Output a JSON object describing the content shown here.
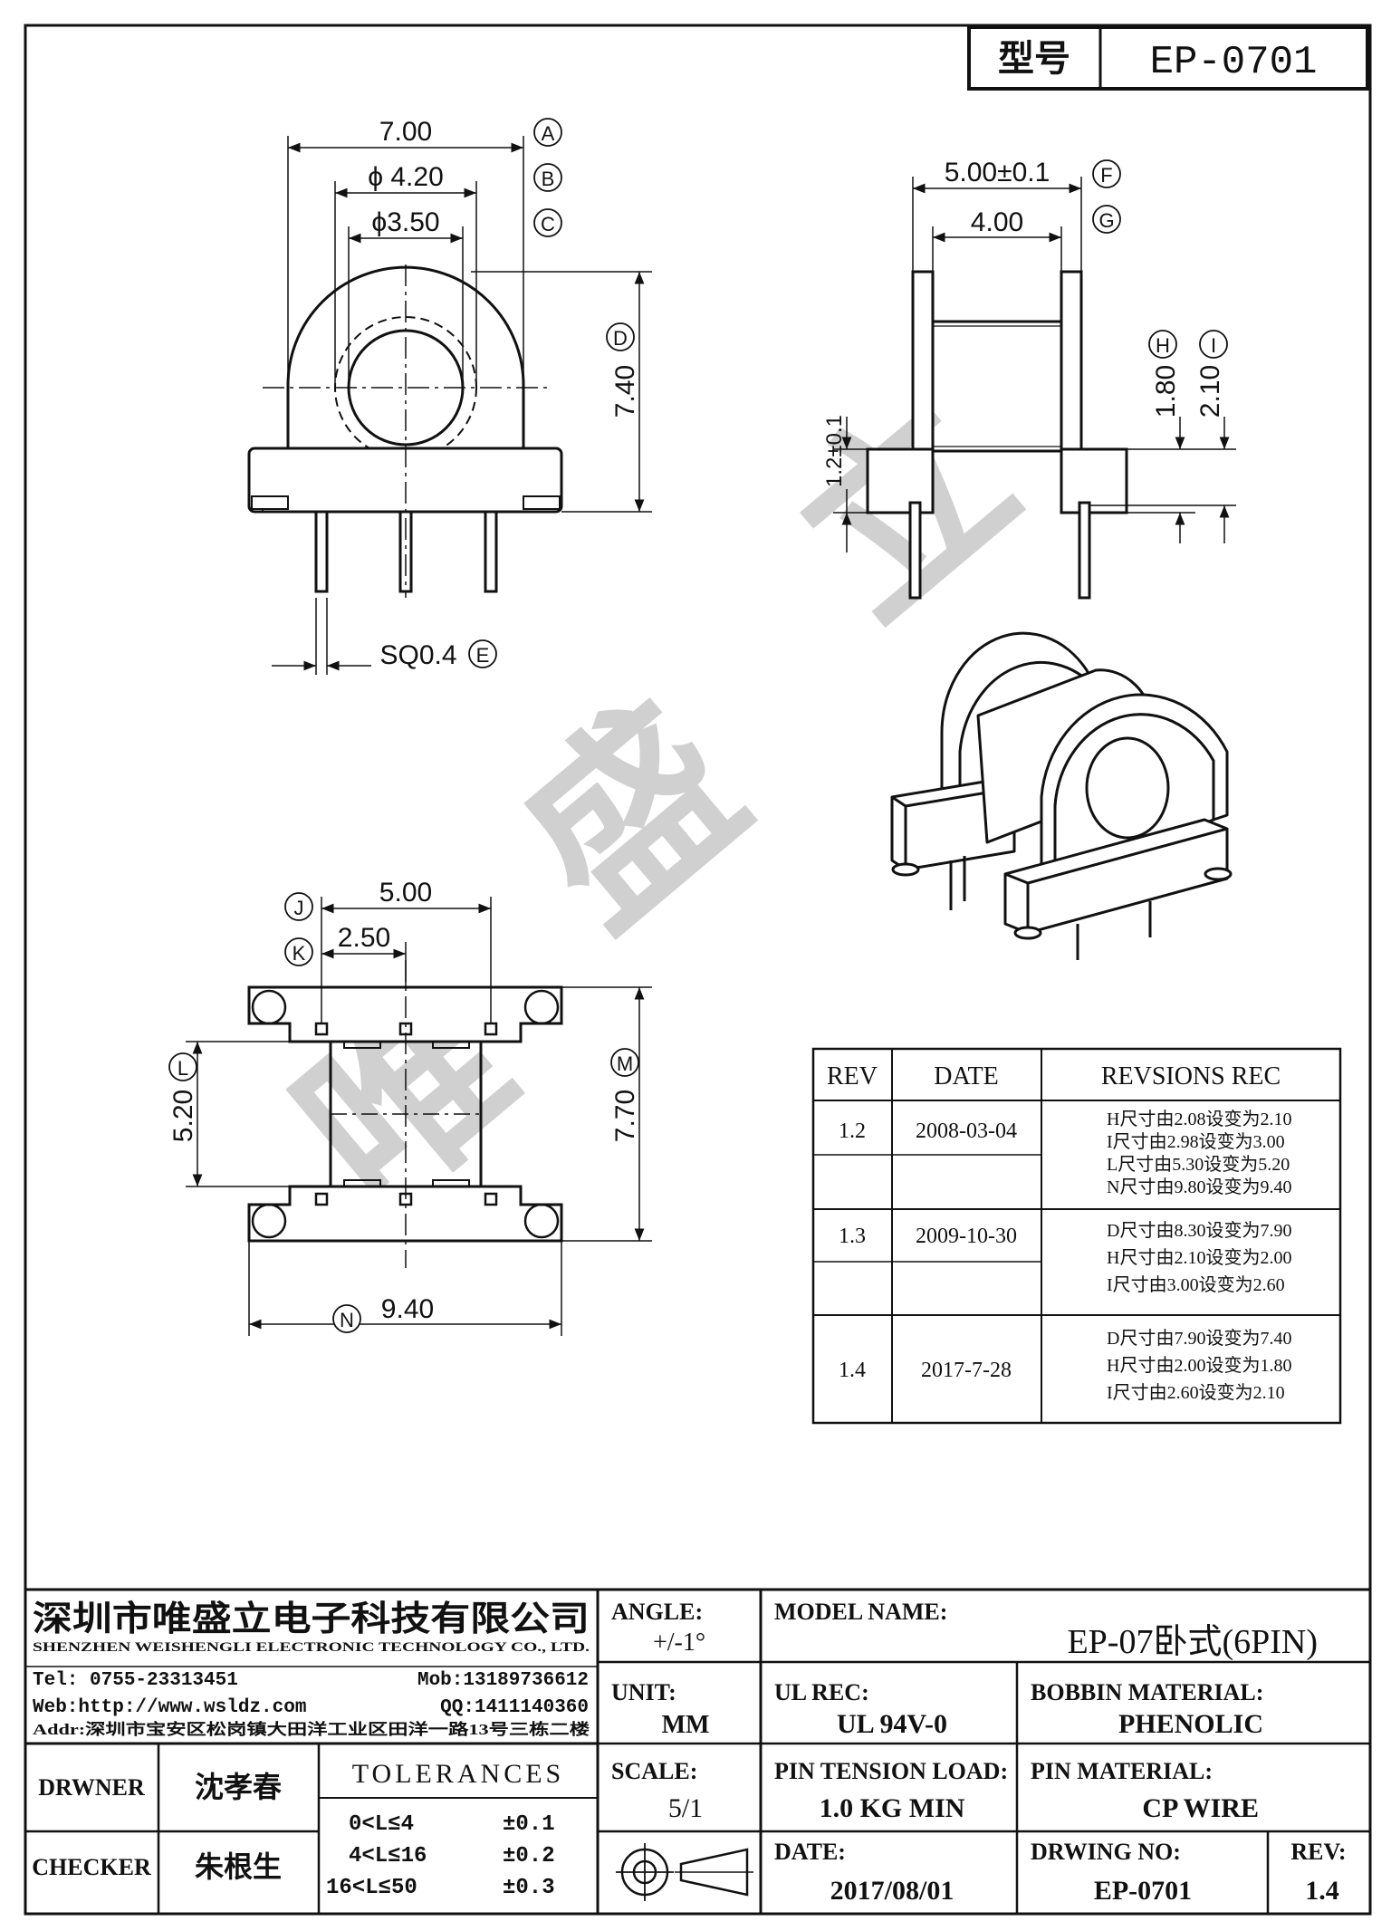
{
  "header": {
    "model_label": "型号",
    "model_value": "EP-0701"
  },
  "front_view": {
    "dim_a": "7.00",
    "dim_b": "ϕ 4.20",
    "dim_c": "ϕ3.50",
    "dim_d": "7.40",
    "dim_e": "SQ0.4"
  },
  "side_view": {
    "dim_f": "5.00±0.1",
    "dim_g": "4.00",
    "dim_h": "1.80",
    "dim_i": "2.10",
    "dim_side": "1.2±0.1"
  },
  "bottom_view": {
    "dim_j": "5.00",
    "dim_k": "2.50",
    "dim_l": "5.20",
    "dim_m": "7.70",
    "dim_n": "9.40"
  },
  "callouts": {
    "a": "A",
    "b": "B",
    "c": "C",
    "d": "D",
    "e": "E",
    "f": "F",
    "g": "G",
    "h": "H",
    "i": "I",
    "j": "J",
    "k": "K",
    "l": "L",
    "m": "M",
    "n": "N"
  },
  "watermark": {
    "chars": [
      "唯",
      "盛",
      "立"
    ]
  },
  "revisions": {
    "headers": [
      "REV",
      "DATE",
      "REVSIONS REC"
    ],
    "rows": [
      {
        "rev": "1.2",
        "date": "2008-03-04",
        "notes": [
          "H尺寸由2.08设变为2.10",
          "I尺寸由2.98设变为3.00",
          "L尺寸由5.30设变为5.20",
          "N尺寸由9.80设变为9.40"
        ]
      },
      {
        "rev": "1.3",
        "date": "2009-10-30",
        "notes": [
          "D尺寸由8.30设变为7.90",
          "H尺寸由2.10设变为2.00",
          "I尺寸由3.00设变为2.60"
        ]
      },
      {
        "rev": "1.4",
        "date": "2017-7-28",
        "notes": [
          "D尺寸由7.90设变为7.40",
          "H尺寸由2.00设变为1.80",
          "I尺寸由2.60设变为2.10"
        ]
      }
    ]
  },
  "title_block": {
    "company_cn": "深圳市唯盛立电子科技有限公司",
    "company_en": "SHENZHEN WEISHENGLI ELECTRONIC TECHNOLOGY CO., LTD.",
    "tel": "Tel: 0755-23313451",
    "mob": "Mob:13189736612",
    "web": "Web:http://www.wsldz.com",
    "qq": "QQ:1411140360",
    "addr": "Addr:深圳市宝安区松岗镇大田洋工业区田洋一路13号三栋二楼",
    "angle_label": "ANGLE:",
    "angle_value": "+/-1°",
    "model_name_label": "MODEL NAME:",
    "model_name_value": "EP-07卧式(6PIN)",
    "unit_label": "UNIT:",
    "unit_value": "MM",
    "ul_label": "UL REC:",
    "ul_value": "UL 94V-0",
    "bobbin_label": "BOBBIN MATERIAL:",
    "bobbin_value": "PHENOLIC",
    "drawer_label": "DRWNER",
    "drawer_value": "沈孝春",
    "tolerances_label": "TOLERANCES",
    "tolerances": [
      {
        "range": "0<L≤4",
        "tol": "±0.1"
      },
      {
        "range": "4<L≤16",
        "tol": "±0.2"
      },
      {
        "range": "16<L≤50",
        "tol": "±0.3"
      }
    ],
    "scale_label": "SCALE:",
    "scale_value": "5/1",
    "pin_tension_label": "PIN TENSION LOAD:",
    "pin_tension_value": "1.0 KG MIN",
    "pin_material_label": "PIN MATERIAL:",
    "pin_material_value": "CP WIRE",
    "checker_label": "CHECKER",
    "checker_value": "朱根生",
    "date_label": "DATE:",
    "date_value": "2017/08/01",
    "drawing_no_label": "DRWING NO:",
    "drawing_no_value": "EP-0701",
    "rev_label": "REV:",
    "rev_value": "1.4"
  }
}
